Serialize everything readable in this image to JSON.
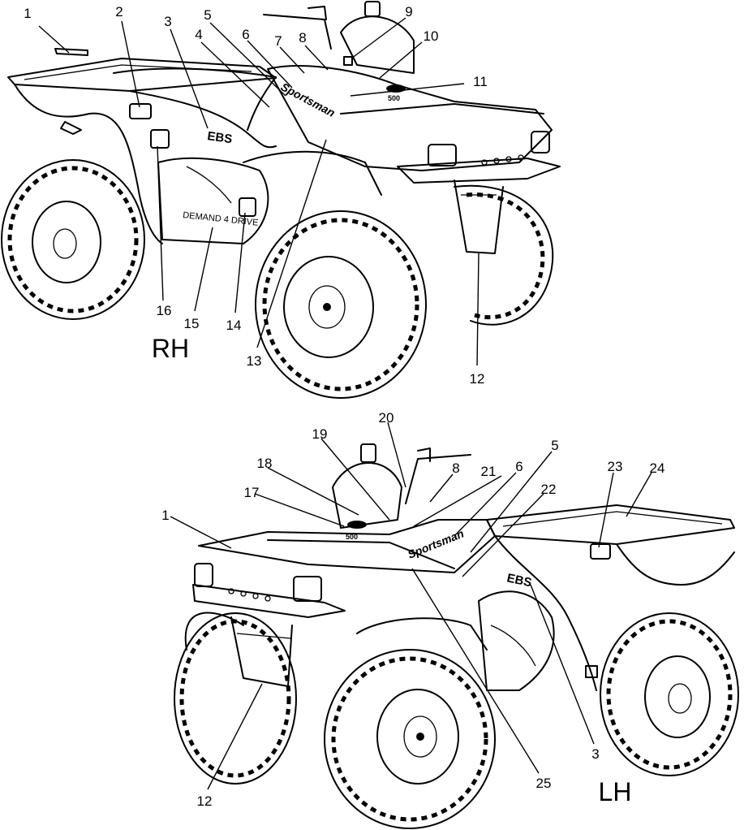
{
  "views": {
    "rh": {
      "label": "RH",
      "decals": {
        "ebs": "EBS",
        "brand": "Sportsman",
        "model": "500",
        "drive": "DEMAND 4 DRIVE"
      },
      "callouts": [
        "1",
        "2",
        "3",
        "4",
        "5",
        "6",
        "7",
        "8",
        "9",
        "10",
        "11",
        "12",
        "13",
        "14",
        "15",
        "16"
      ]
    },
    "lh": {
      "label": "LH",
      "decals": {
        "ebs": "EBS",
        "brand": "Sportsman",
        "model": "500"
      },
      "callouts": [
        "1",
        "3",
        "5",
        "6",
        "8",
        "12",
        "17",
        "18",
        "19",
        "20",
        "21",
        "22",
        "23",
        "24",
        "25"
      ]
    }
  }
}
